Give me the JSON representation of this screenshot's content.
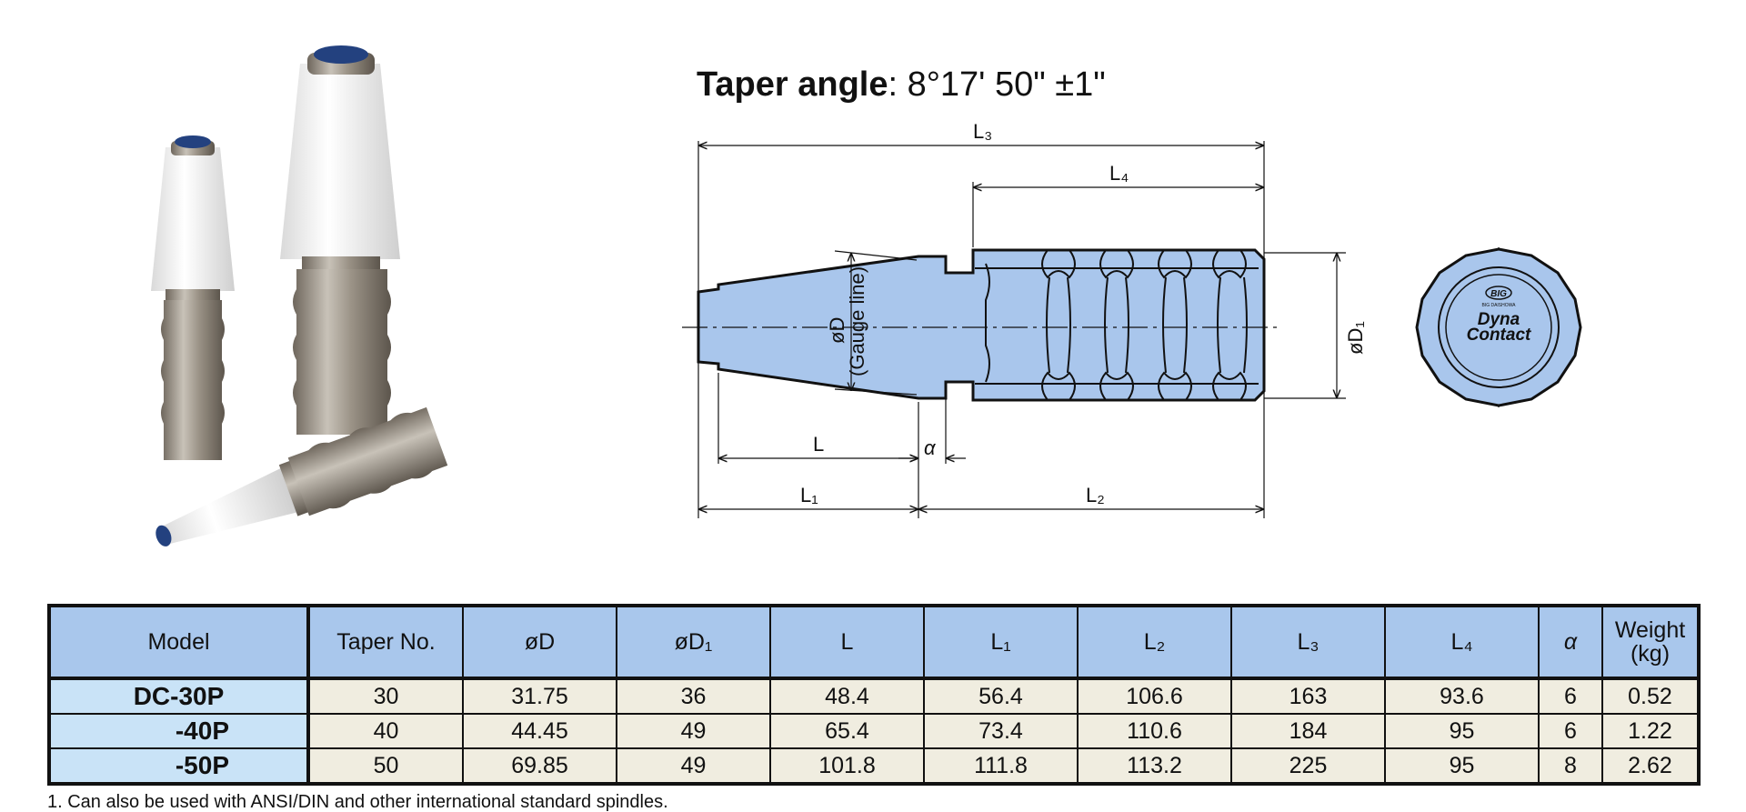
{
  "taper_angle": {
    "label": "Taper angle",
    "value": ": 8°17' 50\" ±1\""
  },
  "drawing": {
    "labels": {
      "L3": "L₃",
      "L4": "L₄",
      "D1": "øD₁",
      "D": "øD",
      "gauge": "(Gauge line)",
      "L": "L",
      "alpha": "α",
      "L1": "L₁",
      "L2": "L₂"
    },
    "logo": {
      "badge": "BIG",
      "maker": "BIG DAISHOWA",
      "line1": "Dyna",
      "line2": "Contact"
    }
  },
  "table": {
    "headers": [
      "Model",
      "Taper No.",
      "øD",
      "øD₁",
      "L",
      "L₁",
      "L₂",
      "L₃",
      "L₄",
      "α",
      "Weight\n(kg)"
    ],
    "weight_header_line1": "Weight",
    "weight_header_line2": "(kg)",
    "rows": [
      [
        "DC-30P",
        "30",
        "31.75",
        "36",
        "48.4",
        "56.4",
        "106.6",
        "163",
        "93.6",
        "6",
        "0.52"
      ],
      [
        "-40P",
        "40",
        "44.45",
        "49",
        "65.4",
        "73.4",
        "110.6",
        "184",
        "95",
        "6",
        "1.22"
      ],
      [
        "-50P",
        "50",
        "69.85",
        "49",
        "101.8",
        "111.8",
        "113.2",
        "225",
        "95",
        "8",
        "2.62"
      ]
    ]
  },
  "footnote": "1. Can also be used with ANSI/DIN and other international standard spindles.",
  "colors": {
    "header_bg": "#a9c7ec",
    "model_bg": "#c9e3f7",
    "cell_bg": "#f0ede0",
    "part_fill": "#a9c6ec"
  }
}
